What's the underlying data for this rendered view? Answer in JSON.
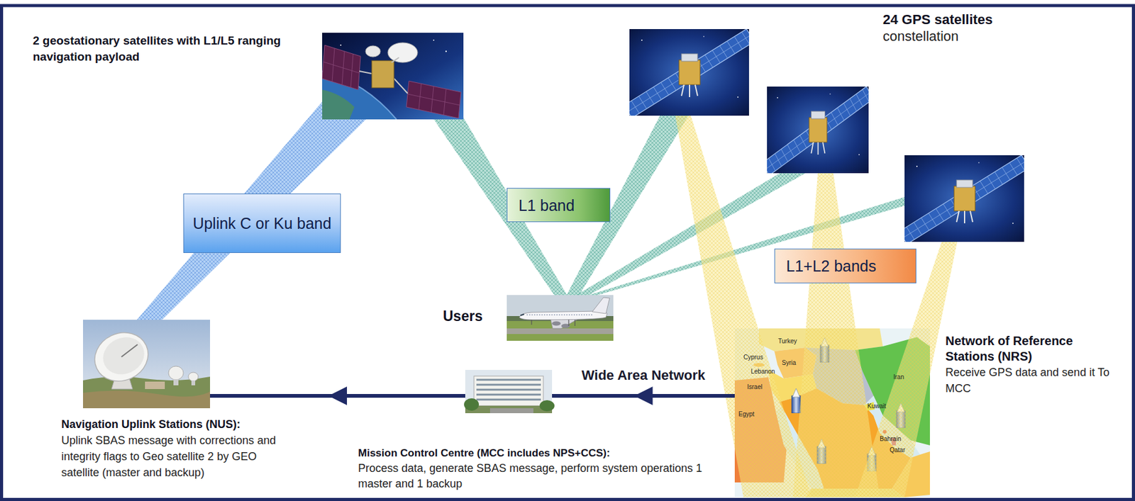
{
  "diagram": {
    "nodes": [
      {
        "text": [
          "2 geostationary satellites with L1/L5 ranging navigation payload"
        ]
      },
      {
        "text": [
          "24 GPS satellites",
          "constellation"
        ]
      },
      {
        "text": [
          "Uplink C or Ku band"
        ]
      },
      {
        "text": [
          "L1 band"
        ]
      },
      {
        "text": [
          "L1+L2 bands"
        ]
      },
      {
        "text": [
          "Users"
        ]
      },
      {
        "text": [
          "Navigation Uplink Stations (NUS):",
          "Uplink SBAS message with corrections and integrity flags to Geo satellite 2 by GEO satellite (master and backup)"
        ]
      },
      {
        "text": [
          "Mission Control Centre (MCC includes NPS+CCS):",
          "Process data, generate SBAS message, perform system operations 1 master and 1 backup"
        ]
      },
      {
        "text": [
          "Network of Reference Stations (NRS)",
          "Receive GPS data and send it To MCC"
        ]
      }
    ],
    "edges": [
      {
        "from": 8,
        "to": 7,
        "label": "Wide Area Network",
        "arrow": "to"
      },
      {
        "from": 7,
        "to": 6,
        "arrow": "to"
      }
    ],
    "labels": [
      "Turkey",
      "Cyprus",
      "Lebanon",
      "Israel",
      "Syria",
      "Iran",
      "Kuwait",
      "Bahrain",
      "Qatar",
      "Egypt"
    ]
  }
}
